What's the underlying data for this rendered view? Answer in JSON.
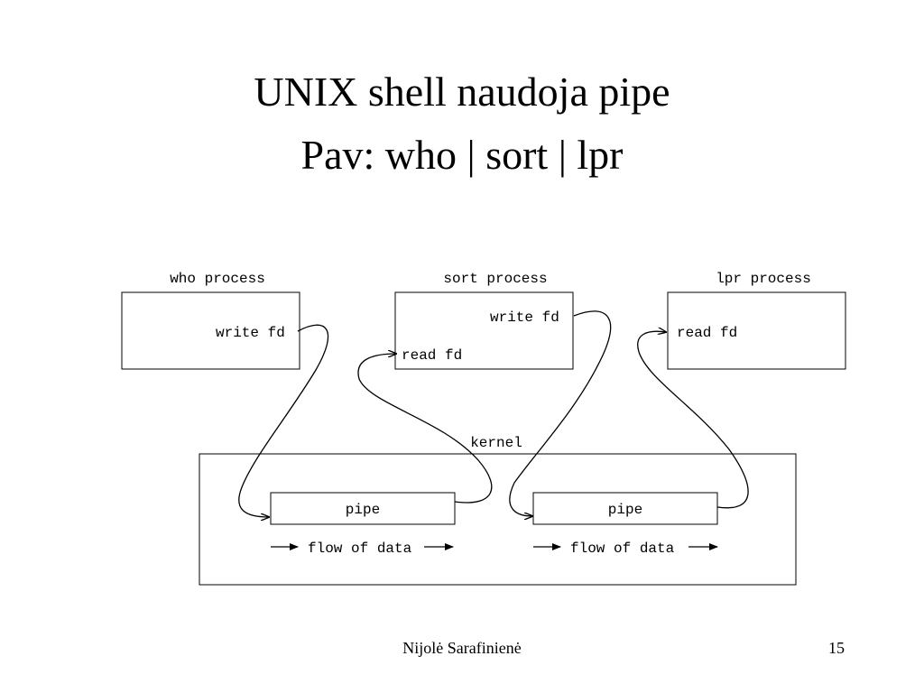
{
  "slide": {
    "title_line1": "UNIX shell naudoja pipe",
    "title_line2": "Pav: who | sort | lpr"
  },
  "diagram": {
    "processes": [
      {
        "name": "who process",
        "write_fd": "write fd"
      },
      {
        "name": "sort process",
        "write_fd": "write fd",
        "read_fd": "read fd"
      },
      {
        "name": "lpr process",
        "read_fd": "read fd"
      }
    ],
    "kernel": {
      "label": "kernel",
      "pipes": [
        {
          "label": "pipe",
          "flow": "flow of data"
        },
        {
          "label": "pipe",
          "flow": "flow of data"
        }
      ]
    }
  },
  "footer": {
    "author": "Nijolė Sarafinienė",
    "page": "15"
  }
}
